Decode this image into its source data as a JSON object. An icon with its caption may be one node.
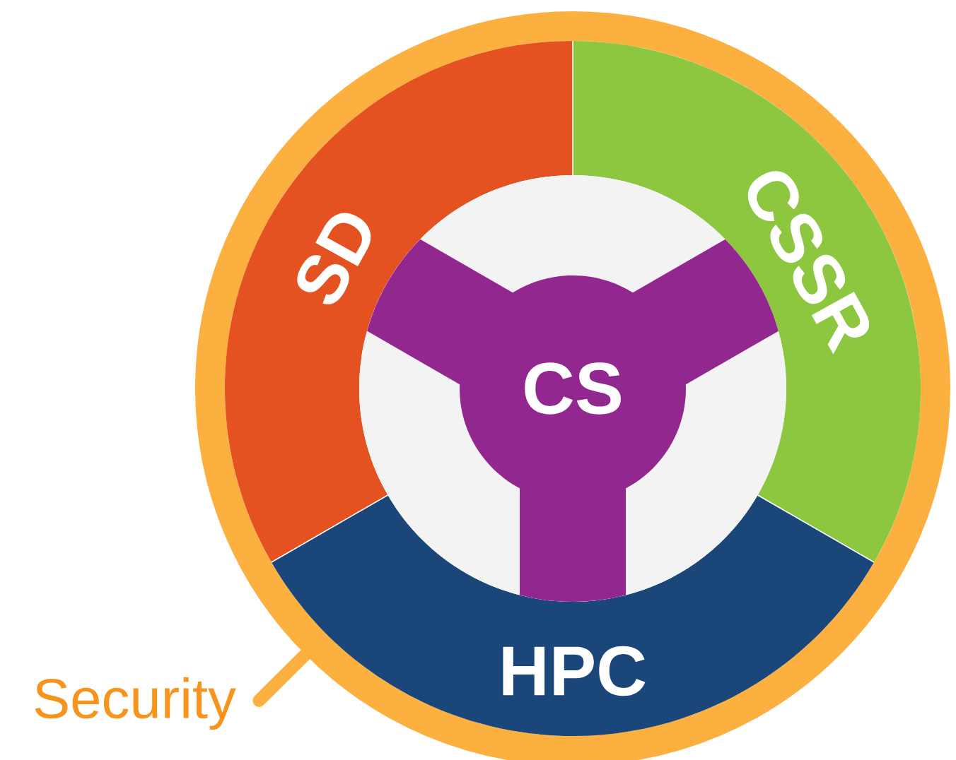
{
  "diagram": {
    "nodes": [
      {
        "text": [],
        "shape": "circle"
      },
      {
        "text": [
          "SD"
        ],
        "in": 0
      },
      {
        "text": [
          "CSSR"
        ],
        "in": 0
      },
      {
        "text": [
          "HPC"
        ],
        "in": 0
      },
      {
        "text": [
          "CS"
        ],
        "in": 0
      },
      {
        "text": [
          "Security"
        ]
      }
    ],
    "edges": [
      {
        "from": 5,
        "to": 0,
        "arrow": "none"
      }
    ]
  }
}
